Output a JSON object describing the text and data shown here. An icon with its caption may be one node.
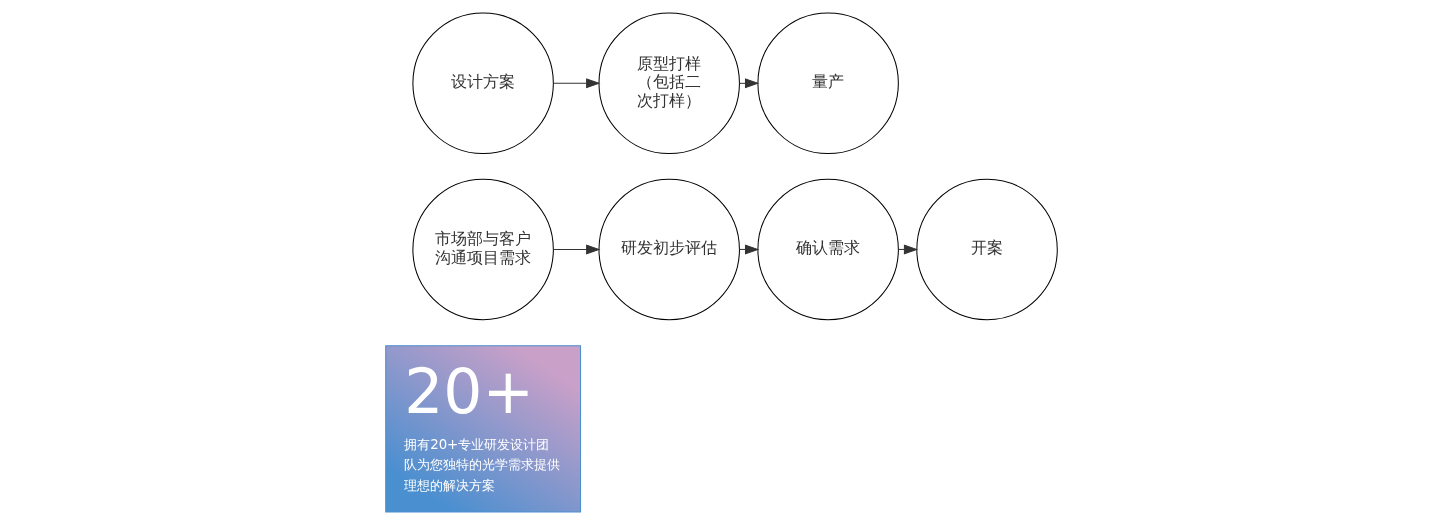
{
  "diagram": {
    "nodes": [
      {
        "text": [
          "20+",
          "拥有20+专业研发设计团队为您独特的光学需求提供理想的解决方案"
        ]
      },
      {
        "text": [
          "市场部与客户沟通项目需求"
        ]
      },
      {
        "text": [
          "研发初步评估"
        ]
      },
      {
        "text": [
          "确认需求"
        ]
      },
      {
        "text": [
          "开案"
        ]
      },
      {
        "text": [
          "设计方案"
        ]
      },
      {
        "text": [
          "原型打样（包括二次打样）"
        ]
      },
      {
        "text": [
          "量产"
        ]
      }
    ],
    "edges": [
      {
        "from": 1,
        "to": 2,
        "arrow": "to"
      },
      {
        "from": 2,
        "to": 3,
        "arrow": "to"
      },
      {
        "from": 3,
        "to": 4,
        "arrow": "to"
      },
      {
        "from": 5,
        "to": 6,
        "arrow": "to"
      },
      {
        "from": 6,
        "to": 7,
        "arrow": "to"
      }
    ]
  }
}
